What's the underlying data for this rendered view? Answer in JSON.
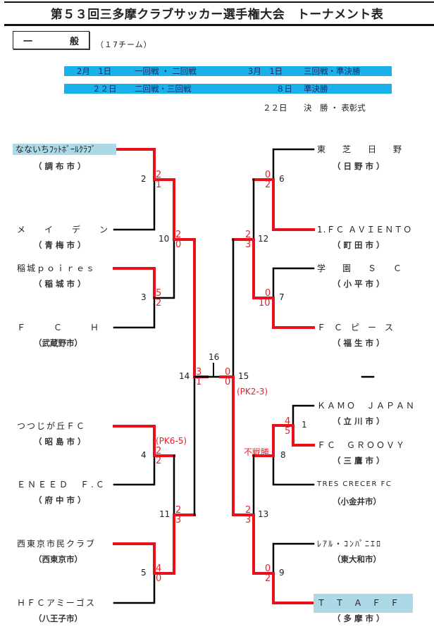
{
  "header": {
    "title": "第５３回三多摩クラブサッカー選手権大会　トーナメント表",
    "category_left": "一",
    "category_right": "般",
    "team_count": "（１7チーム）"
  },
  "schedule": {
    "row1": {
      "date_a": "2月　1日",
      "round_a": "一回戦 ・ 二回戦",
      "date_b": "3月　1日",
      "round_b": "三回戦・準決勝"
    },
    "row2": {
      "date_a": "２２日",
      "round_a": "二回戦・三回戦",
      "date_b": "８日",
      "round_b": "準決勝"
    },
    "row3": {
      "date_b": "２２日",
      "round_b": "決　勝 ・ 表彰式"
    },
    "band_color": "#1ab0ea"
  },
  "teams_left": [
    {
      "name": "なないちﾌｯﾄﾎﾞｰﾙｸﾗﾌﾞ",
      "city": "（ 調 布 市 ）",
      "highlight": true
    },
    {
      "name": "メ　　イ　　デ　　ン",
      "city": "（ 青 梅 市 ）"
    },
    {
      "name": "稲城ｐｏｉｒｅｓ",
      "city": "（ 稲 城 市 ）"
    },
    {
      "name": "Ｆ　　　Ｃ　　　Ｈ",
      "city": "（武蔵野市）"
    },
    {
      "name": "つつじが丘ＦＣ",
      "city": "（ 昭 島 市 ）"
    },
    {
      "name": "ＥＮＥＥＤ　Ｆ.Ｃ",
      "city": "（ 府 中 市 ）"
    },
    {
      "name": "西東京市民クラブ",
      "city": "（西東京市）"
    },
    {
      "name": "ＨＦＣアミーゴス",
      "city": "（八王子市）"
    }
  ],
  "teams_right": [
    {
      "name": "東　　芝　　日　　野",
      "city": "（ 日 野 市 ）"
    },
    {
      "name": "1.ＦＣ ＡＶＩＥＮＴＯ",
      "city": "（ 町 田 市 ）"
    },
    {
      "name": "学　　園　　Ｓ　　Ｃ",
      "city": "（ 小 平 市 ）"
    },
    {
      "name": "Ｆ　Ｃ　ピ　ー　ス",
      "city": "（ 福 生 市 ）"
    },
    {
      "name": "ＫＡＭＯ　ＪＡＰＡＮ",
      "city": "（ 立 川 市 ）"
    },
    {
      "name": "ＦＣ　ＧＲＯＯＶＹ",
      "city": "（ 三 鷹 市 ）"
    },
    {
      "name": "TRES CRECER FC",
      "city": "（小金井市）"
    },
    {
      "name": "ﾚｱﾙ・ｺﾝﾊﾟﾆｴﾛ",
      "city": "（東大和市）"
    },
    {
      "name": "Ｔ　Ｔ　Ａ　Ｆ　Ｆ",
      "city": "（ 多 摩 市 ）",
      "highlight": true
    }
  ],
  "matches": {
    "m1": {
      "number": "1",
      "score_top": "4",
      "score_bottom": "5"
    },
    "m2": {
      "number": "2",
      "score_top": "2",
      "score_bottom": "1"
    },
    "m3": {
      "number": "3",
      "score_top": "5",
      "score_bottom": "2"
    },
    "m4": {
      "number": "4",
      "score_top": "2",
      "score_bottom": "2",
      "note": "(PK6-5)"
    },
    "m5": {
      "number": "5",
      "score_top": "4",
      "score_bottom": "0"
    },
    "m6": {
      "number": "6",
      "score_top": "0",
      "score_bottom": "2"
    },
    "m7": {
      "number": "7",
      "score_top": "0",
      "score_bottom": "10"
    },
    "m8": {
      "number": "8",
      "note": "不戦勝"
    },
    "m9": {
      "number": "9",
      "score_top": "0",
      "score_bottom": "2"
    },
    "m10": {
      "number": "10",
      "score_top": "2",
      "score_bottom": "0"
    },
    "m11": {
      "number": "11",
      "score_top": "2",
      "score_bottom": "3"
    },
    "m12": {
      "number": "12",
      "score_top": "2",
      "score_bottom": "3"
    },
    "m13": {
      "number": "13",
      "score_top": "2",
      "score_bottom": "3"
    },
    "m14": {
      "number": "14",
      "score_top": "3",
      "score_bottom": "1"
    },
    "m15": {
      "number": "15",
      "score_top": "0",
      "score_bottom": "0",
      "note": "(PK2-3)"
    },
    "m16": {
      "number": "16"
    }
  },
  "bye_mark": "—",
  "colors": {
    "winner_line": "#e8101a",
    "loser_line": "#000000",
    "highlight": "#add8e6",
    "score": "#e8202a"
  }
}
